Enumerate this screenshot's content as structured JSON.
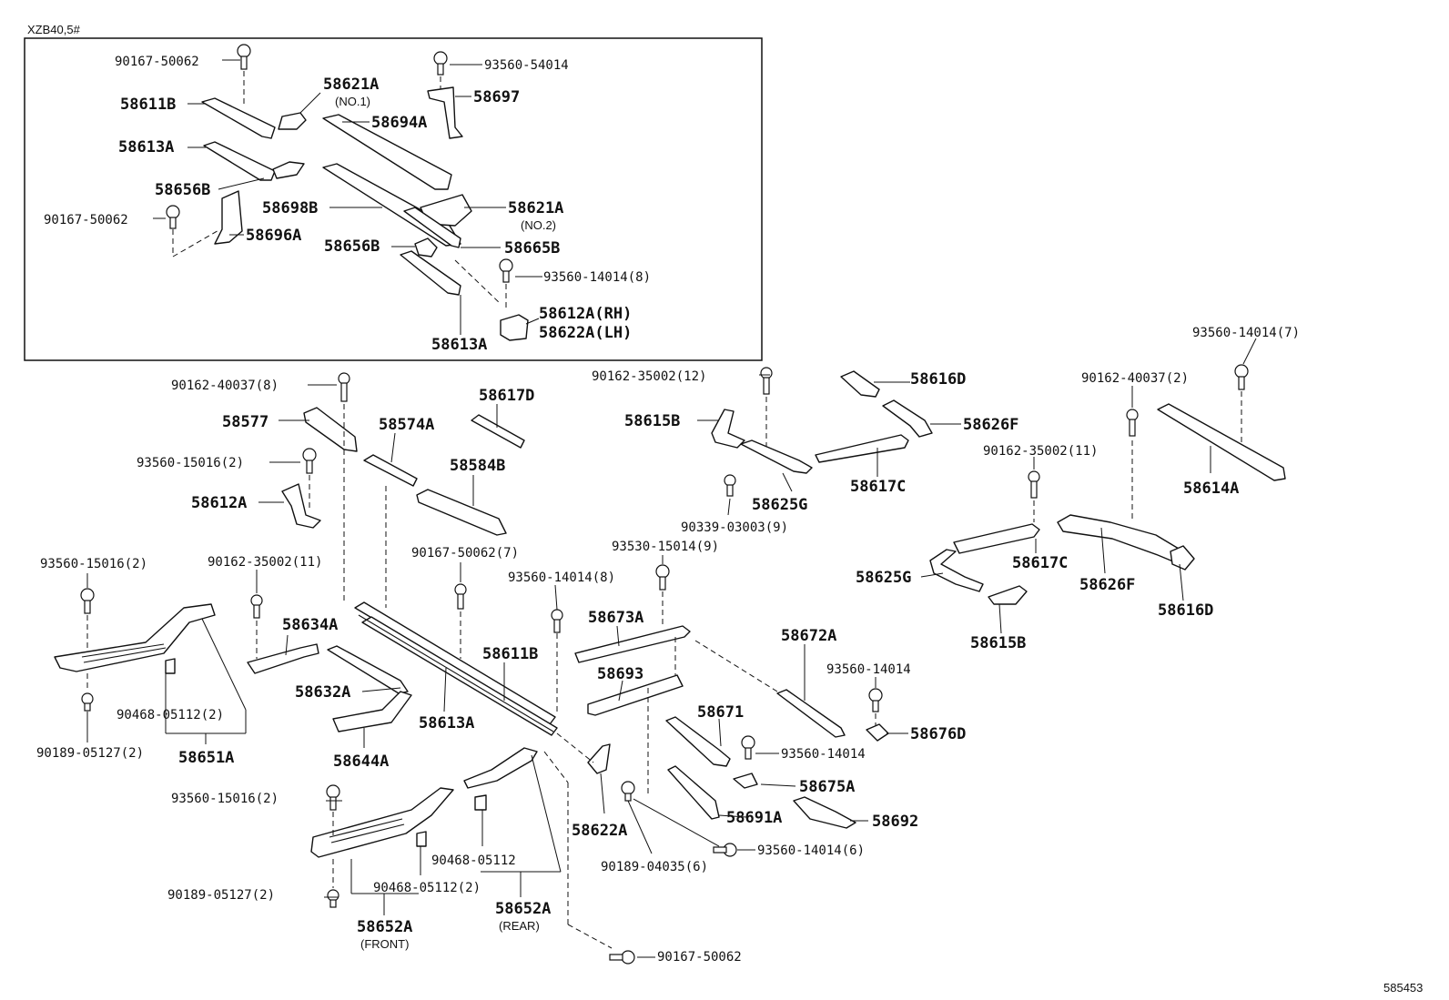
{
  "header": {
    "model_code": "XZB40,5#"
  },
  "footer": {
    "diagram_id": "585453"
  },
  "inset": {
    "labels": {
      "b_90167_top": "90167-50062",
      "b_93560_54014": "93560-54014",
      "p_58611B": "58611B",
      "p_58621A_1": "58621A",
      "p_58621A_1_note": "(NO.1)",
      "p_58697": "58697",
      "p_58694A": "58694A",
      "p_58613A": "58613A",
      "p_58656B_top": "58656B",
      "b_90167_mid": "90167-50062",
      "p_58698B": "58698B",
      "p_58621A_2": "58621A",
      "p_58621A_2_note": "(NO.2)",
      "p_58696A": "58696A",
      "p_58656B_low": "58656B",
      "p_58665B": "58665B",
      "b_93560_14014_8": "93560-14014(8)",
      "p_58612A_RH": "58612A(RH)",
      "p_58622A_LH": "58622A(LH)",
      "p_58613A_low": "58613A"
    }
  },
  "main": {
    "labels": {
      "b_90162_40037_8": "90162-40037(8)",
      "p_58617D": "58617D",
      "p_58577": "58577",
      "p_58574A": "58574A",
      "b_93560_15016_2a": "93560-15016(2)",
      "p_58584B": "58584B",
      "p_58612A": "58612A",
      "b_93560_15016_2b": "93560-15016(2)",
      "b_90162_35002_11a": "90162-35002(11)",
      "b_90167_50062_7": "90167-50062(7)",
      "b_93530_15014_9": "93530-15014(9)",
      "b_93560_14014_8": "93560-14014(8)",
      "p_58634A": "58634A",
      "p_58673A": "58673A",
      "p_58611B": "58611B",
      "p_58632A": "58632A",
      "p_58693": "58693",
      "b_90468_05112_2a": "90468-05112(2)",
      "p_58613A": "58613A",
      "b_90189_05127_2a": "90189-05127(2)",
      "p_58651A": "58651A",
      "p_58644A": "58644A",
      "p_58671": "58671",
      "b_93560_15016_2c": "93560-15016(2)",
      "b_90468_05112": "90468-05112",
      "b_90468_05112_2b": "90468-05112(2)",
      "b_90189_05127_2b": "90189-05127(2)",
      "p_58652A_front": "58652A",
      "p_58652A_front_note": "(FRONT)",
      "p_58652A_rear": "58652A",
      "p_58652A_rear_note": "(REAR)",
      "p_58622A": "58622A",
      "b_90189_04035_6": "90189-04035(6)",
      "p_58691A": "58691A",
      "p_58675A": "58675A",
      "p_58692": "58692",
      "b_93560_14014_6": "93560-14014(6)",
      "b_93560_14014_a": "93560-14014",
      "b_90167_50062_bottom": "90167-50062",
      "b_90162_35002_12": "90162-35002(12)",
      "p_58616D_top": "58616D",
      "p_58615B_top": "58615B",
      "p_58626F_top": "58626F",
      "p_58625G_top": "58625G",
      "p_58617C_top": "58617C",
      "b_90339_03003_9": "90339-03003(9)",
      "p_58672A": "58672A",
      "b_93560_14014_b": "93560-14014",
      "p_58676D": "58676D",
      "b_93560_14014_7": "93560-14014(7)",
      "b_90162_40037_2": "90162-40037(2)",
      "b_90162_35002_11b": "90162-35002(11)",
      "p_58614A": "58614A",
      "p_58617C_low": "58617C",
      "p_58626F_low": "58626F",
      "p_58625G_low": "58625G",
      "p_58616D_low": "58616D",
      "p_58615B_low": "58615B"
    }
  }
}
